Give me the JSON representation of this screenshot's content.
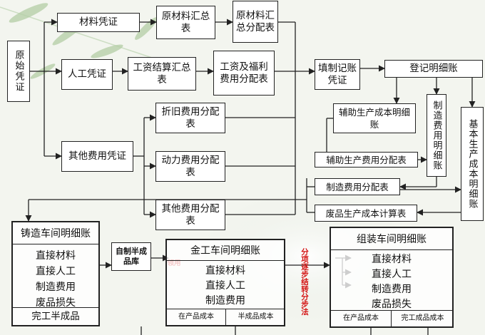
{
  "nodes": {
    "source_voucher": "原始凭证",
    "material_voucher": "材料凭证",
    "raw_material_summary": "原材料汇总表",
    "raw_material_allocation": "原材料汇总分配表",
    "labor_voucher": "人工凭证",
    "wage_settlement_summary": "工资结算汇总表",
    "wage_welfare_allocation": "工资及福利费用分配表",
    "depreciation_allocation": "折旧费用分配表",
    "other_expense_voucher": "其他费用凭证",
    "power_allocation": "动力费用分配表",
    "other_expense_allocation": "其他费用分配表",
    "fill_voucher": "填制记账凭证",
    "post_ledger": "登记明细账",
    "aux_production_ledger": "辅助生产成本明细账",
    "manufacturing_overhead_ledger": "制造费用明细账",
    "basic_production_ledger": "基本生产成本明细账",
    "aux_production_allocation": "辅助生产费用分配表",
    "overhead_allocation": "制造费用分配表",
    "scrap_cost_calc": "废品生产成本计算表",
    "self_made_semi_store": "自制半成品库"
  },
  "casting": {
    "title": "铸造车间明细账",
    "items": [
      "直接材料",
      "直接人工",
      "制造费用",
      "废品损失"
    ],
    "footer": "完工半成品"
  },
  "machining": {
    "title": "金工车间明细账",
    "items": [
      "直接材料",
      "直接人工",
      "制造费用"
    ],
    "footer_left": "在产品成本",
    "footer_right": "半成品成本"
  },
  "assembly": {
    "title": "组装车间明细账",
    "items": [
      "直接材料",
      "直接人工",
      "制造费用",
      "废品损失"
    ],
    "footer_left": "在产品成本",
    "footer_right": "完工成品成本"
  },
  "annotations": {
    "requisition": "领用",
    "step_transfer": "分项逐步结转分步法"
  },
  "colors": {
    "line": "#222222",
    "accent_red": "#d41414",
    "background": "#f3f5ef"
  }
}
